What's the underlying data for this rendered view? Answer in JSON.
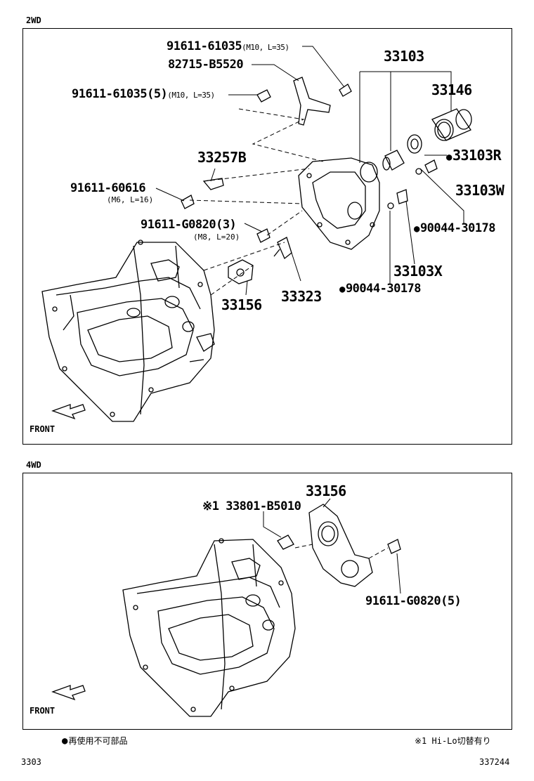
{
  "sections": {
    "top": "2WD",
    "bottom": "4WD"
  },
  "front_label": "FRONT",
  "parts_2wd": {
    "p1": "91611-61035",
    "p1_spec": "(M10, L=35)",
    "p2": "82715-B5520",
    "p3": "91611-61035(5)",
    "p3_spec": "(M10, L=35)",
    "p4": "33103",
    "p5": "33146",
    "p6": "33103R",
    "p7": "33257B",
    "p8": "91611-60616",
    "p8_spec": "(M6, L=16)",
    "p9": "33103W",
    "p10": "91611-G0820(3)",
    "p10_spec": "(M8, L=20)",
    "p11": "90044-30178",
    "p12": "33103X",
    "p13": "33323",
    "p14": "33156",
    "p15": "90044-30178"
  },
  "parts_4wd": {
    "q1": "33156",
    "q2": "※1 33801-B5010",
    "q3": "91611-G0820(5)"
  },
  "footer": {
    "legend": "再使用不可部品",
    "note": "※1 Hi-Lo切替有り",
    "left_code": "3303",
    "right_code": "337244"
  }
}
